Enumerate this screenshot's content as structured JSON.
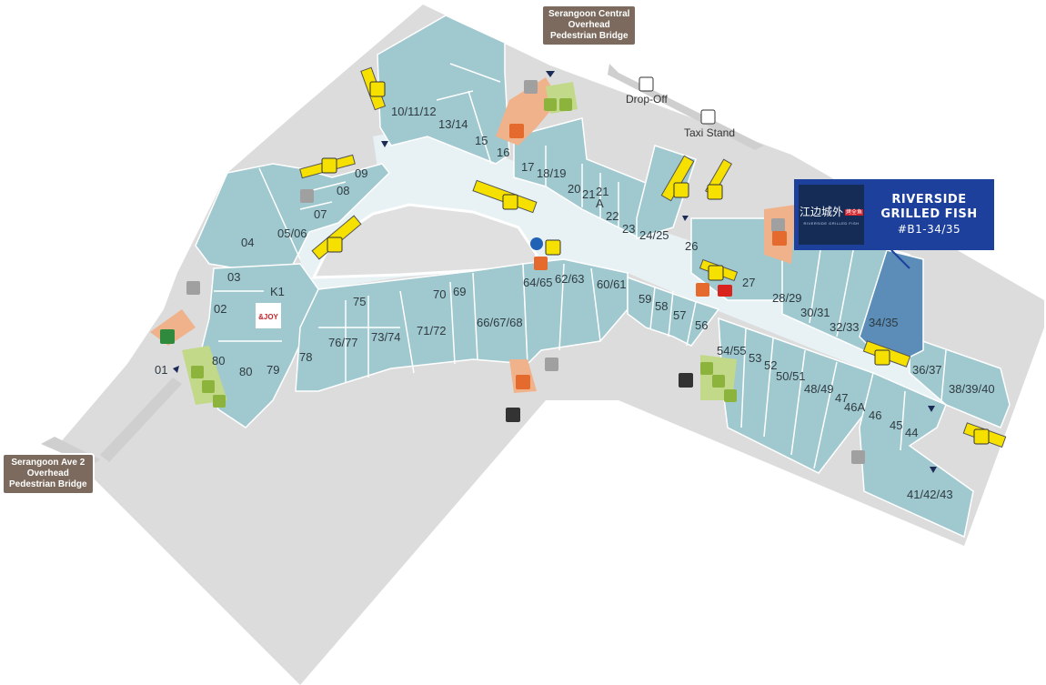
{
  "units": [
    "01",
    "02",
    "03",
    "04",
    "05/06",
    "07",
    "08",
    "09",
    "10/11/12",
    "13/14",
    "15",
    "16",
    "17",
    "18/19",
    "20",
    "21",
    "21",
    "A",
    "22",
    "23",
    "24/25",
    "26",
    "27",
    "28/29",
    "30/31",
    "32/33",
    "34/35",
    "36/37",
    "38/39/40",
    "41/42/43",
    "44",
    "45",
    "46",
    "46A",
    "47",
    "48/49",
    "50/51",
    "52",
    "53",
    "54/55",
    "56",
    "57",
    "58",
    "59",
    "60/61",
    "62/63",
    "64/65",
    "66/67/68",
    "69",
    "70",
    "71/72",
    "73/74",
    "75",
    "76/77",
    "78",
    "79",
    "80",
    "80",
    "K1"
  ],
  "callouts": {
    "top_bridge": [
      "Serangoon Central",
      "Overhead",
      "Pedestrian Bridge"
    ],
    "left_bridge": [
      "Serangoon Ave 2",
      "Overhead",
      "Pedestrian Bridge"
    ]
  },
  "features": {
    "drop_off": "Drop-Off",
    "taxi_stand": "Taxi Stand"
  },
  "highlight": {
    "name_line1": "RIVERSIDE",
    "name_line2": "GRILLED FISH",
    "unit": "#B1-34/35",
    "logo_cn": "江边城外",
    "logo_badge": "烤全鱼",
    "logo_en": "RIVERSIDE GRILLED FISH"
  },
  "logos": {
    "k1_tenant": "&JOY"
  },
  "colors": {
    "shop": "#9fc8cf",
    "corridor": "#e8f2f5",
    "site": "#dcdcdc",
    "service": "#f0b28a",
    "accessible": "#c2d98a",
    "highlight_shop": "#5b8db8",
    "callout": "#7b6a5d",
    "escalator": "#f5e000",
    "highlight_panel": "#1d409c"
  }
}
